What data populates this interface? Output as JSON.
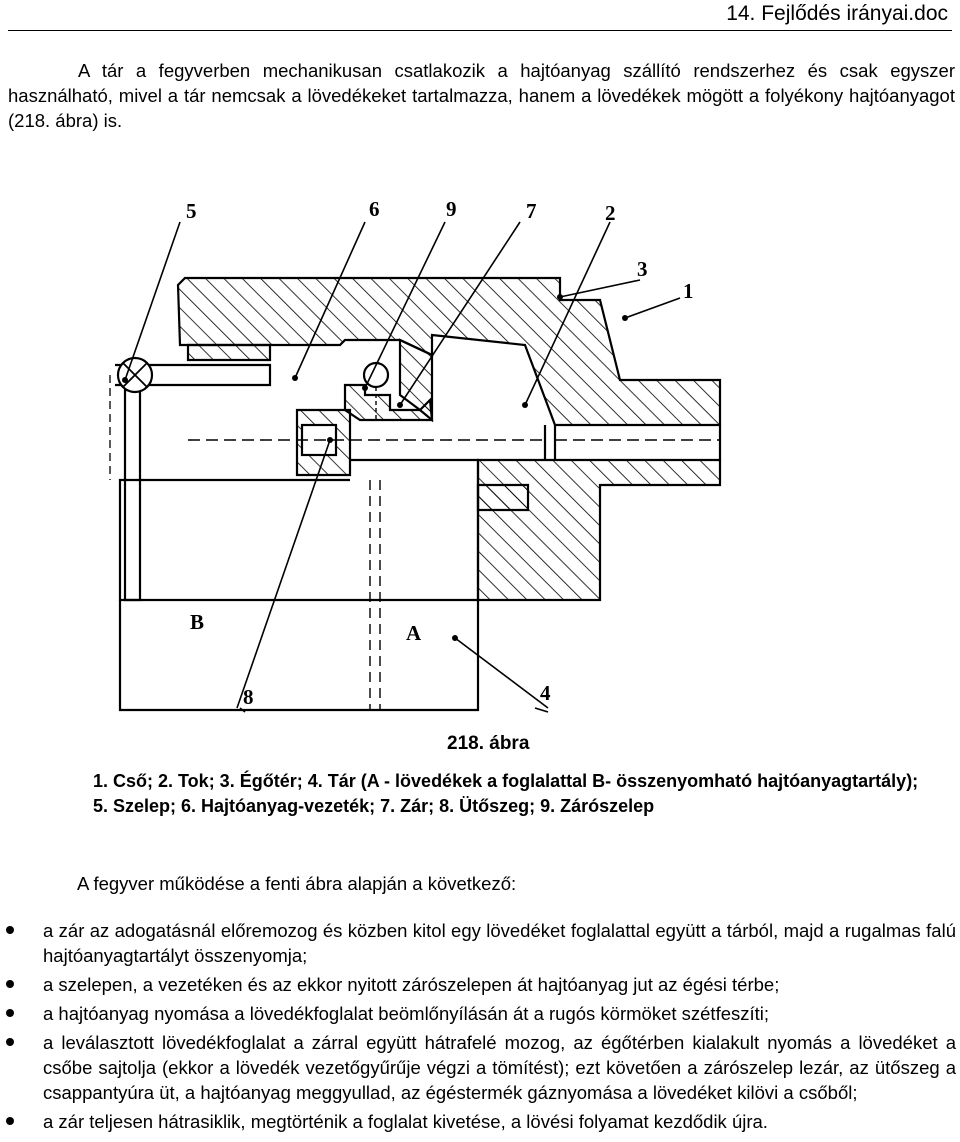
{
  "header": {
    "filename": "14. Fejlődés irányai.doc"
  },
  "intro": "A tár a fegyverben mechanikusan csatlakozik a hajtóanyag szállító rendszerhez és csak egyszer használható, mivel a tár nemcsak a lövedékeket tartalmazza, hanem a lövedékek mögött a folyékony hajtóanyagot (218. ábra) is.",
  "figure": {
    "labels": {
      "n1": "1",
      "n2": "2",
      "n3": "3",
      "n4": "4",
      "n5": "5",
      "n6": "6",
      "n7": "7",
      "n8": "8",
      "n9": "9",
      "A": "A",
      "B": "B"
    },
    "caption": "218. ábra",
    "legend": "1. Cső; 2. Tok; 3. Égőtér; 4. Tár (A - lövedékek a foglalattal B- összenyomható hajtóanyagtartály); 5. Szelep; 6. Hajtóanyag-vezeték; 7. Zár; 8. Ütőszeg; 9. Zárószelep"
  },
  "lead": "A fegyver működése a fenti ábra alapján a következő:",
  "steps": [
    "a zár az adogatásnál előremozog és közben kitol egy lövedéket foglalattal együtt a tárból, majd a rugalmas falú hajtóanyagtartályt összenyomja;",
    "a szelepen, a vezetéken és az ekkor nyitott zárószelepen át hajtóanyag jut az égési térbe;",
    "a hajtóanyag nyomása a lövedékfoglalat beömlőnyílásán át a rugós körmöket szétfeszíti;",
    "a leválasztott lövedékfoglalat a zárral együtt hátrafelé mozog, az égőtérben kialakult nyomás a lövedéket a csőbe sajtolja (ekkor a lövedék vezetőgyűrűje végzi a tömítést); ezt követően a zárószelep lezár, az ütőszeg a csappantyúra üt, a hajtóanyag meggyullad, az égéstermék gáznyomása a lövedéket kilövi a csőből;",
    "a zár teljesen hátrasiklik, megtörténik a foglalat kivetése, a lövési folyamat kezdődik újra."
  ]
}
